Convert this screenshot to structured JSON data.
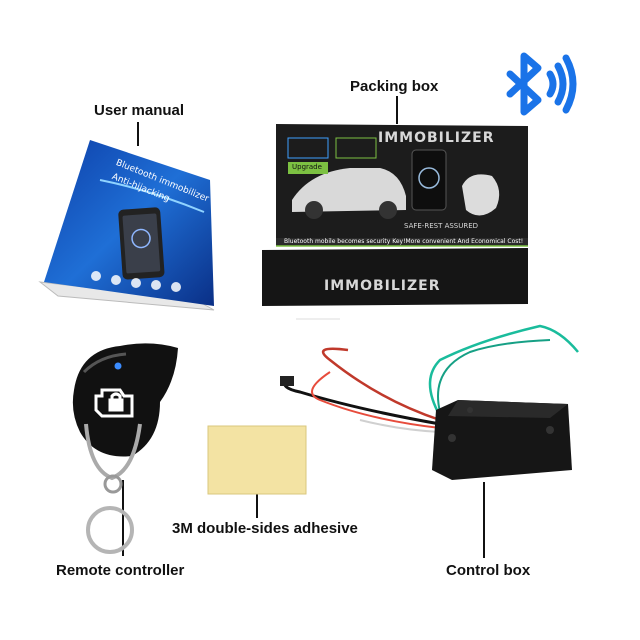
{
  "labels": {
    "user_manual": "User manual",
    "packing_box": "Packing box",
    "remote_controller": "Remote controller",
    "adhesive": "3M double-sides adhesive",
    "control_box": "Control box"
  },
  "manual": {
    "title_line1": "Bluetooth immobilizer",
    "title_line2": "Anti-hijacking"
  },
  "box": {
    "brand_top": "IMMOBILIZER",
    "brand_front": "IMMOBILIZER",
    "upgrade_badge": "Upgrade",
    "safe_rest": "SAFE-REST ASSURED",
    "slogan": "Bluetooth mobile becomes security Key!More convenient And Economical Cost!"
  },
  "colors": {
    "bluetooth": "#1a73e8",
    "box_dark": "#1c1c1c",
    "adhesive": "#f3e3a3",
    "accent_green": "#7cc142"
  },
  "icons": [
    "bluetooth-icon",
    "engine-lock-icon"
  ]
}
